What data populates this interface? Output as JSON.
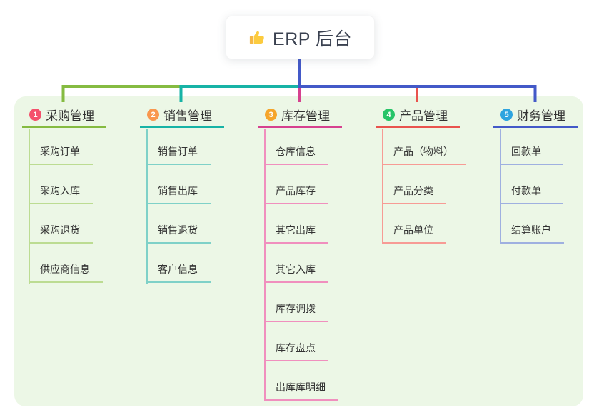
{
  "root": {
    "title": "ERP 后台",
    "icon": "thumbs-up-icon",
    "icon_color": "#F5C231",
    "trunk_color": "#4359C8"
  },
  "colors": {
    "canvas_background": "#FFFFFF",
    "panel_background": "#ECF7E6",
    "text": "#333333",
    "root_title_text": "#3A4150"
  },
  "branches": [
    {
      "number": "1",
      "label": "采购管理",
      "badge_color": "#F4516C",
      "line_color": "#85BB41",
      "item_line_color": "#BCDC92",
      "items": [
        "采购订单",
        "采购入库",
        "采购退货",
        "供应商信息"
      ]
    },
    {
      "number": "2",
      "label": "销售管理",
      "badge_color": "#F9974E",
      "line_color": "#17B3A6",
      "item_line_color": "#7FD1C8",
      "items": [
        "销售订单",
        "销售出库",
        "销售退货",
        "客户信息"
      ]
    },
    {
      "number": "3",
      "label": "库存管理",
      "badge_color": "#F5A52B",
      "line_color": "#D6418F",
      "item_line_color": "#F08FBE",
      "items": [
        "仓库信息",
        "产品库存",
        "其它出库",
        "其它入库",
        "库存调拨",
        "库存盘点",
        "出库库明细"
      ]
    },
    {
      "number": "4",
      "label": "产品管理",
      "badge_color": "#27C468",
      "line_color": "#E9534E",
      "item_line_color": "#F79B95",
      "items": [
        "产品（物料）",
        "产品分类",
        "产品单位"
      ]
    },
    {
      "number": "5",
      "label": "财务管理",
      "badge_color": "#2EA4DF",
      "line_color": "#4359C8",
      "item_line_color": "#9FB0E0",
      "items": [
        "回款单",
        "付款单",
        "结算账户"
      ]
    }
  ]
}
